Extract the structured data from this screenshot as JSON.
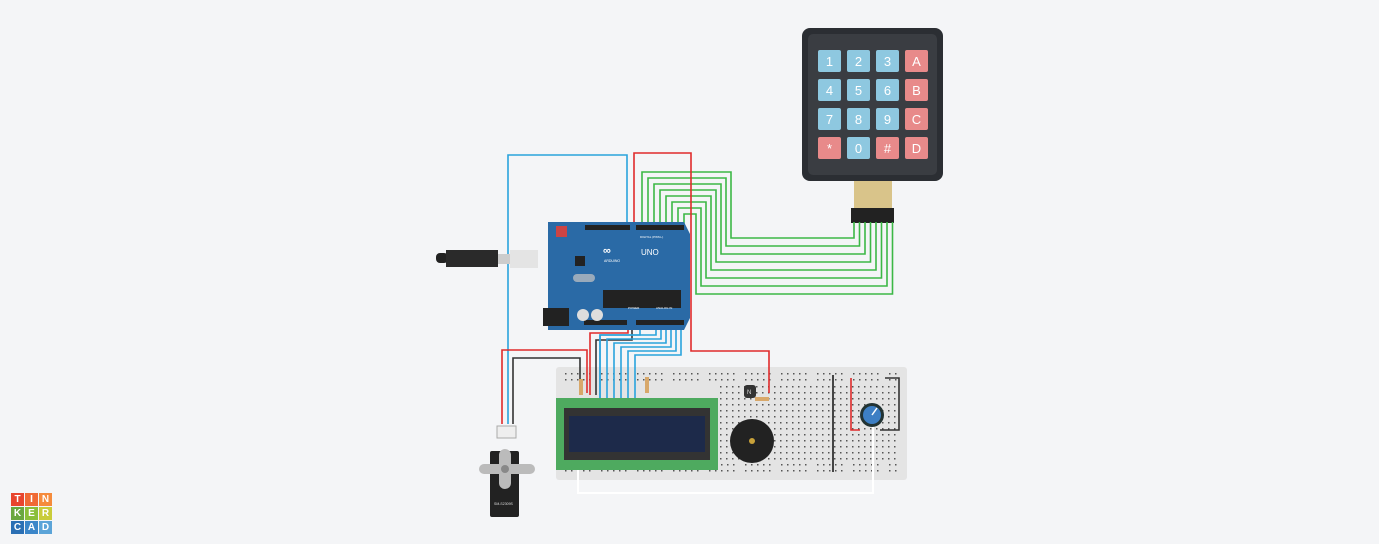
{
  "keypad": {
    "keys": [
      "1",
      "2",
      "3",
      "A",
      "4",
      "5",
      "6",
      "B",
      "7",
      "8",
      "9",
      "C",
      "*",
      "0",
      "#",
      "D"
    ],
    "colors": {
      "number": "#8ec8e0",
      "letter": "#e88a8a",
      "body": "#2b2e33"
    }
  },
  "arduino": {
    "model": "UNO",
    "brand": "ARDUINO",
    "power_label": "POWER",
    "analog_label": "ANALOG IN",
    "digital_label": "DIGITAL (PWM~)",
    "color": "#2a6aa6"
  },
  "servo": {
    "label": "SM-S2309S"
  },
  "transistor": {
    "label": "N"
  },
  "logo": {
    "letters": [
      "T",
      "I",
      "N",
      "K",
      "E",
      "R",
      "C",
      "A",
      "D"
    ],
    "colors": [
      "#e8452e",
      "#f06a35",
      "#f58b3c",
      "#6aa83f",
      "#8bbf3a",
      "#c9cc3a",
      "#2a6fb4",
      "#3b86c9",
      "#5ba4d8"
    ]
  },
  "wire_colors": {
    "green": "#3cb846",
    "red": "#e02b2b",
    "blue": "#2aa3dc",
    "black": "#333333"
  }
}
